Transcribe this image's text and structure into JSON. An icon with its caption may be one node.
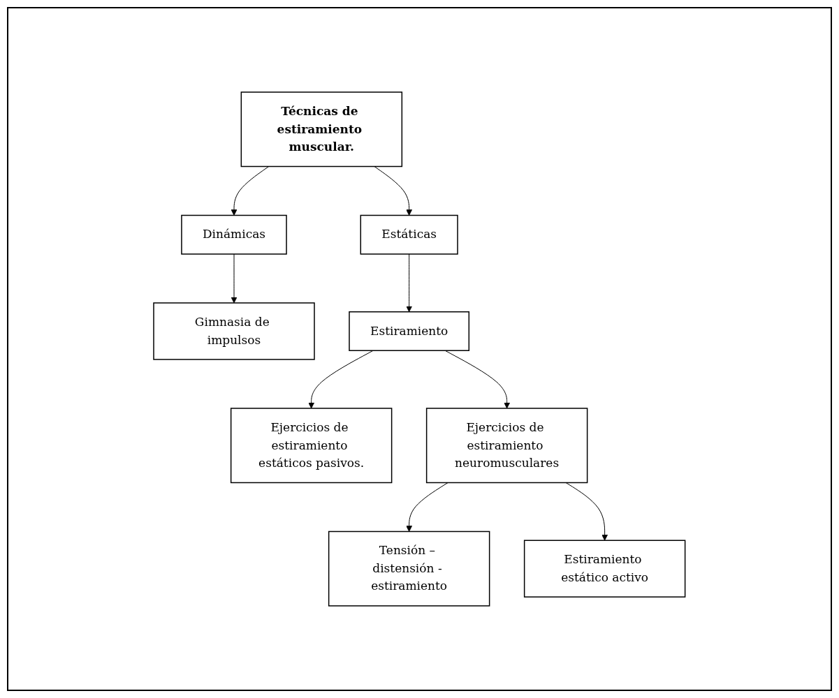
{
  "diagram": {
    "nodes": [
      {
        "text": [
          "Técnicas de estiramiento muscular."
        ]
      },
      {
        "text": [
          "Dinámicas"
        ]
      },
      {
        "text": [
          "Estáticas"
        ]
      },
      {
        "text": [
          "Gimnasia de impulsos"
        ]
      },
      {
        "text": [
          "Estiramiento"
        ]
      },
      {
        "text": [
          "Ejercicios de estiramiento estáticos pasivos."
        ]
      },
      {
        "text": [
          "Ejercicios de estiramiento neuromusculares"
        ]
      },
      {
        "text": [
          "Tensión – distensión - estiramiento"
        ]
      },
      {
        "text": [
          "Estiramiento estático activo"
        ]
      }
    ],
    "edges": [
      {
        "from": 0,
        "to": 1,
        "arrow": "to"
      },
      {
        "from": 0,
        "to": 2,
        "arrow": "to"
      },
      {
        "from": 1,
        "to": 3,
        "arrow": "to"
      },
      {
        "from": 2,
        "to": 4,
        "arrow": "to"
      },
      {
        "from": 4,
        "to": 5,
        "arrow": "to"
      },
      {
        "from": 4,
        "to": 6,
        "arrow": "to"
      },
      {
        "from": 6,
        "to": 7,
        "arrow": "to"
      },
      {
        "from": 6,
        "to": 8,
        "arrow": "to"
      }
    ]
  }
}
